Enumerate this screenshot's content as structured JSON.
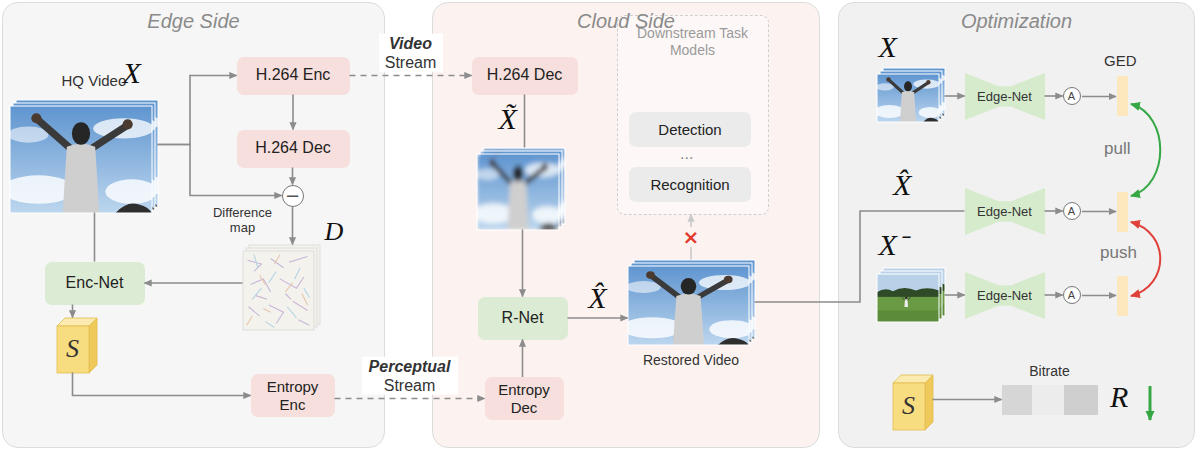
{
  "diagram": {
    "nodes": [
      {
        "text": [
          "Edge Side"
        ]
      },
      {
        "text": [
          "HQ Video",
          "X"
        ],
        "in": 0
      },
      {
        "text": [
          "H.264 Enc"
        ],
        "in": 0
      },
      {
        "text": [
          "H.264 Dec"
        ],
        "in": 0
      },
      {
        "text": [
          "−"
        ],
        "in": 0
      },
      {
        "text": [
          "Difference map",
          "D"
        ],
        "in": 0
      },
      {
        "text": [
          "Enc-Net"
        ],
        "in": 0
      },
      {
        "text": [
          "S"
        ],
        "in": 0
      },
      {
        "text": [
          "Entropy Enc"
        ],
        "in": 0
      },
      {
        "text": [
          "Cloud Side"
        ]
      },
      {
        "text": [
          "H.264 Dec"
        ],
        "in": 9
      },
      {
        "text": [
          "Downstream Task Models"
        ],
        "in": 9
      },
      {
        "text": [
          "Detection"
        ],
        "in": 11
      },
      {
        "text": [
          "Recognition"
        ],
        "in": 11
      },
      {
        "text": [
          "X̃"
        ],
        "in": 9
      },
      {
        "text": [
          "R-Net"
        ],
        "in": 9
      },
      {
        "text": [
          "Entropy Dec"
        ],
        "in": 9
      },
      {
        "text": [
          "Restored Video"
        ],
        "in": 9
      },
      {
        "text": [
          "Optimization"
        ]
      },
      {
        "text": [
          "X"
        ],
        "in": 18
      },
      {
        "text": [
          "Edge-Net"
        ],
        "in": 18
      },
      {
        "text": [
          "A"
        ],
        "in": 18
      },
      {
        "text": [
          "Edge-Net"
        ],
        "in": 18
      },
      {
        "text": [
          "A"
        ],
        "in": 18
      },
      {
        "text": [
          "X⁻"
        ],
        "in": 18
      },
      {
        "text": [
          "Edge-Net"
        ],
        "in": 18
      },
      {
        "text": [
          "A"
        ],
        "in": 18
      },
      {
        "text": [
          "S"
        ],
        "in": 18
      },
      {
        "text": [
          "Bitrate"
        ],
        "in": 18
      }
    ],
    "edges": [
      {
        "from": 1,
        "to": 2,
        "arrow": "to"
      },
      {
        "from": 1,
        "to": 4,
        "arrow": "to"
      },
      {
        "from": 2,
        "to": 3,
        "arrow": "to"
      },
      {
        "from": 3,
        "to": 4,
        "arrow": "to"
      },
      {
        "from": 4,
        "to": 5,
        "arrow": "to"
      },
      {
        "from": 5,
        "to": 6,
        "arrow": "to"
      },
      {
        "from": 1,
        "to": 6,
        "arrow": "none"
      },
      {
        "from": 6,
        "to": 7,
        "arrow": "to"
      },
      {
        "from": 7,
        "to": 8,
        "arrow": "to"
      },
      {
        "from": 2,
        "to": 10,
        "label": "Video Stream",
        "arrow": "to"
      },
      {
        "from": 8,
        "to": 16,
        "label": "Perceptual Stream",
        "arrow": "to"
      },
      {
        "from": 10,
        "to": 14,
        "arrow": "none"
      },
      {
        "from": 14,
        "to": 15,
        "arrow": "to"
      },
      {
        "from": 16,
        "to": 15,
        "arrow": "to"
      },
      {
        "from": 15,
        "to": 17,
        "label": "X̂",
        "arrow": "to"
      },
      {
        "from": 17,
        "to": 11,
        "label": "×",
        "arrow": "to"
      },
      {
        "from": 19,
        "to": 20,
        "arrow": "to"
      },
      {
        "from": 20,
        "to": 21,
        "arrow": "to"
      },
      {
        "from": 17,
        "to": 22,
        "arrow": "none"
      },
      {
        "from": 22,
        "to": 23,
        "arrow": "to"
      },
      {
        "from": 24,
        "to": 25,
        "arrow": "to"
      },
      {
        "from": 25,
        "to": 26,
        "arrow": "to"
      },
      {
        "from": 27,
        "to": 28,
        "arrow": "to"
      }
    ],
    "labels": [
      "...",
      "GED",
      "pull",
      "X̂",
      "push",
      "R"
    ]
  }
}
